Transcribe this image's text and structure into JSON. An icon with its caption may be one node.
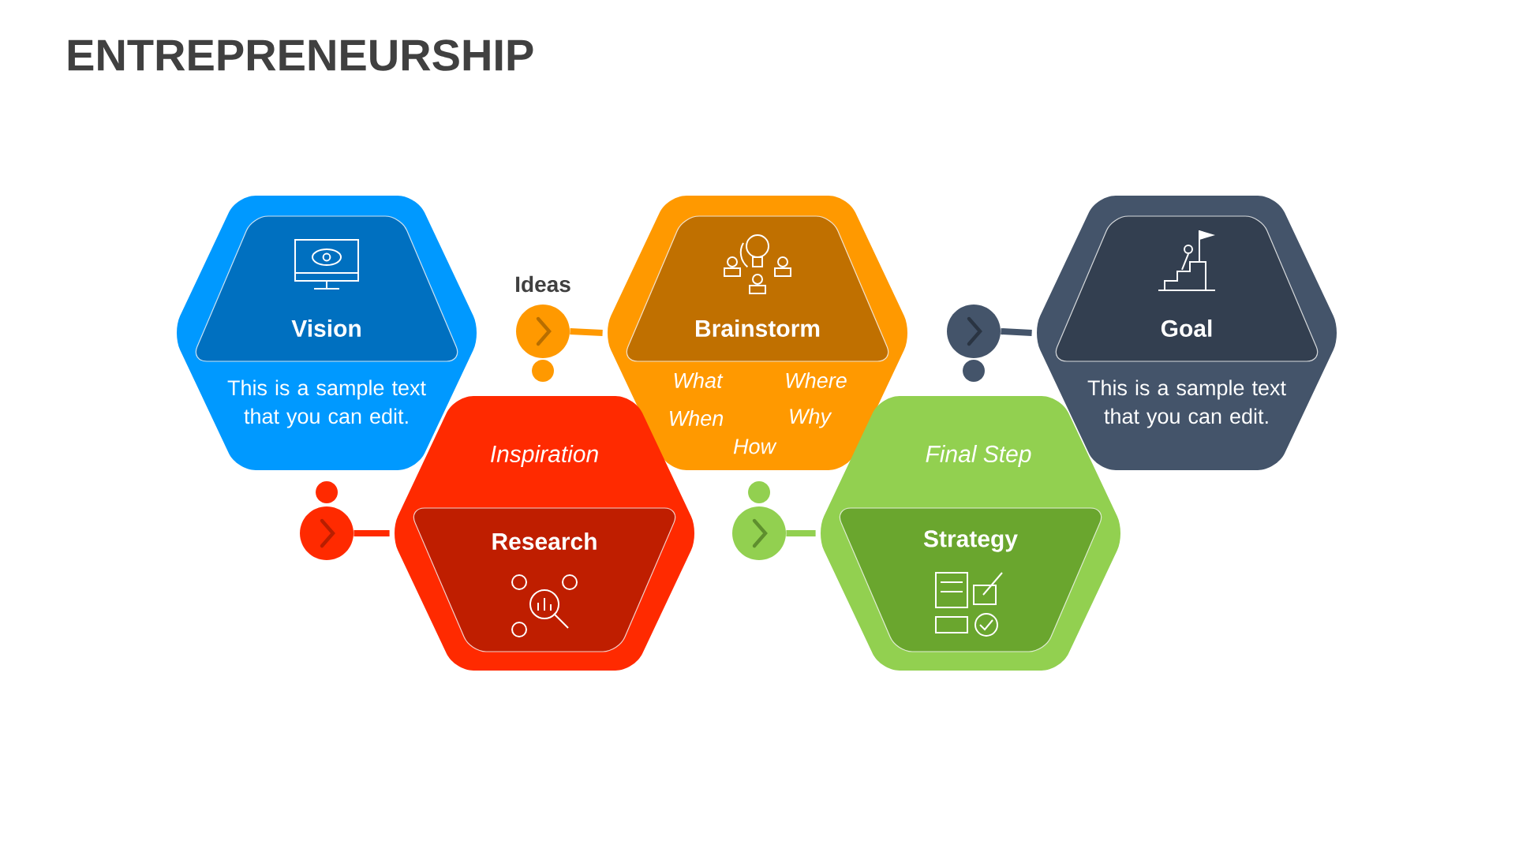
{
  "diagram": {
    "title": "ENTREPRENEURSHIP",
    "nodes": [
      {
        "text": [
          "Vision",
          "This is a sample text that you can edit."
        ]
      },
      {
        "text": [],
        "shape": "circle"
      },
      {
        "text": [
          "Inspiration",
          "Research"
        ]
      },
      {
        "text": [],
        "shape": "circle",
        "beside": [
          "Ideas"
        ]
      },
      {
        "text": [
          "Brainstorm",
          "What",
          "Where",
          "When",
          "Why",
          "How"
        ]
      },
      {
        "text": [],
        "shape": "circle"
      },
      {
        "text": [
          "Final Step",
          "Strategy"
        ]
      },
      {
        "text": [],
        "shape": "circle"
      },
      {
        "text": [
          "Goal",
          "This is a sample text that you can edit."
        ]
      }
    ],
    "edges": [
      {
        "from": 1,
        "to": 2,
        "arrow": "none",
        "color": "#ff2a00"
      },
      {
        "from": 3,
        "to": 4,
        "arrow": "none",
        "color": "#ff9900"
      },
      {
        "from": 5,
        "to": 6,
        "arrow": "none",
        "color": "#92d050"
      },
      {
        "from": 7,
        "to": 8,
        "arrow": "none",
        "color": "#44546a"
      }
    ]
  }
}
